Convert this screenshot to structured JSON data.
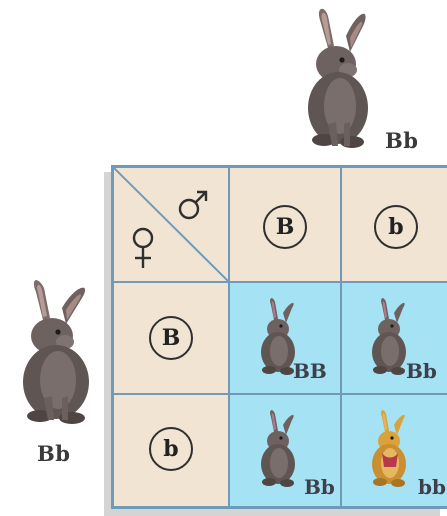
{
  "parents": {
    "male": {
      "genotype": "Bb",
      "icon": "brown-rabbit-icon",
      "sex_symbol": "male-symbol-icon"
    },
    "female": {
      "genotype": "Bb",
      "icon": "brown-rabbit-icon",
      "sex_symbol": "female-symbol-icon"
    }
  },
  "punnett": {
    "sperm_alleles": [
      "B",
      "b"
    ],
    "egg_alleles": [
      "B",
      "b"
    ],
    "offspring": [
      {
        "genotype": "BB",
        "color": "brown"
      },
      {
        "genotype": "Bb",
        "color": "brown"
      },
      {
        "genotype": "Bb",
        "color": "brown"
      },
      {
        "genotype": "bb",
        "color": "yellow"
      }
    ]
  },
  "colors": {
    "header_cell": "#f2e4d3",
    "offspring_cell": "#a4e2f4",
    "grid_lines": "#6f9ab8",
    "brown_rabbit": "#6e6260",
    "yellow_rabbit": "#d9a23a"
  }
}
